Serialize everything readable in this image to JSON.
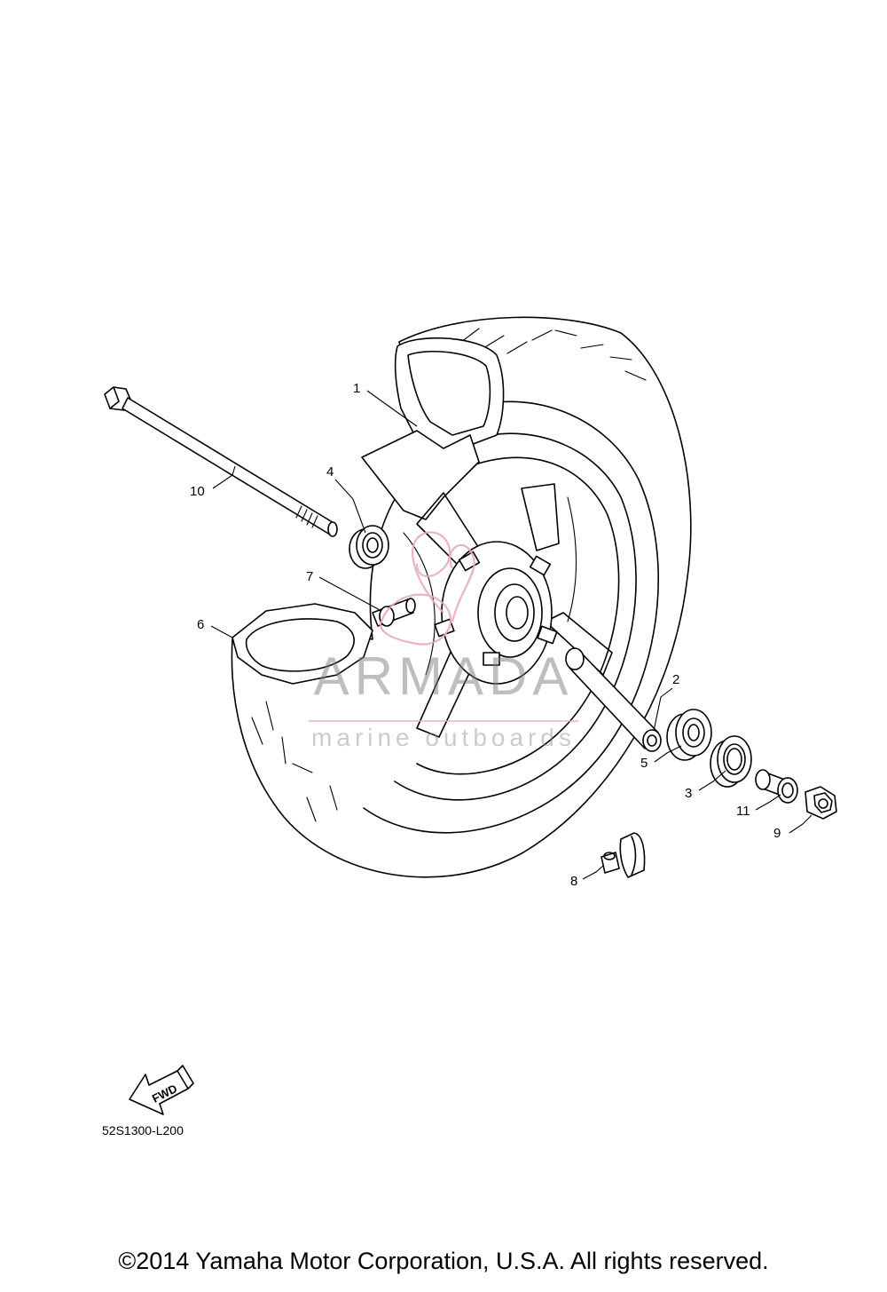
{
  "diagram": {
    "callouts": [
      {
        "id": "1",
        "label": "1"
      },
      {
        "id": "2",
        "label": "2"
      },
      {
        "id": "3",
        "label": "3"
      },
      {
        "id": "4",
        "label": "4"
      },
      {
        "id": "5",
        "label": "5"
      },
      {
        "id": "6",
        "label": "6"
      },
      {
        "id": "7",
        "label": "7"
      },
      {
        "id": "8",
        "label": "8"
      },
      {
        "id": "9",
        "label": "9"
      },
      {
        "id": "10",
        "label": "10"
      },
      {
        "id": "11",
        "label": "11"
      }
    ],
    "fwd_label": "FWD",
    "diagram_code": "52S1300-L200"
  },
  "watermark": {
    "brand": "ARMADA",
    "tagline": "marine outboards",
    "color": "#e7a9c4"
  },
  "copyright": "©2014 Yamaha Motor Corporation, U.S.A. All rights reserved."
}
